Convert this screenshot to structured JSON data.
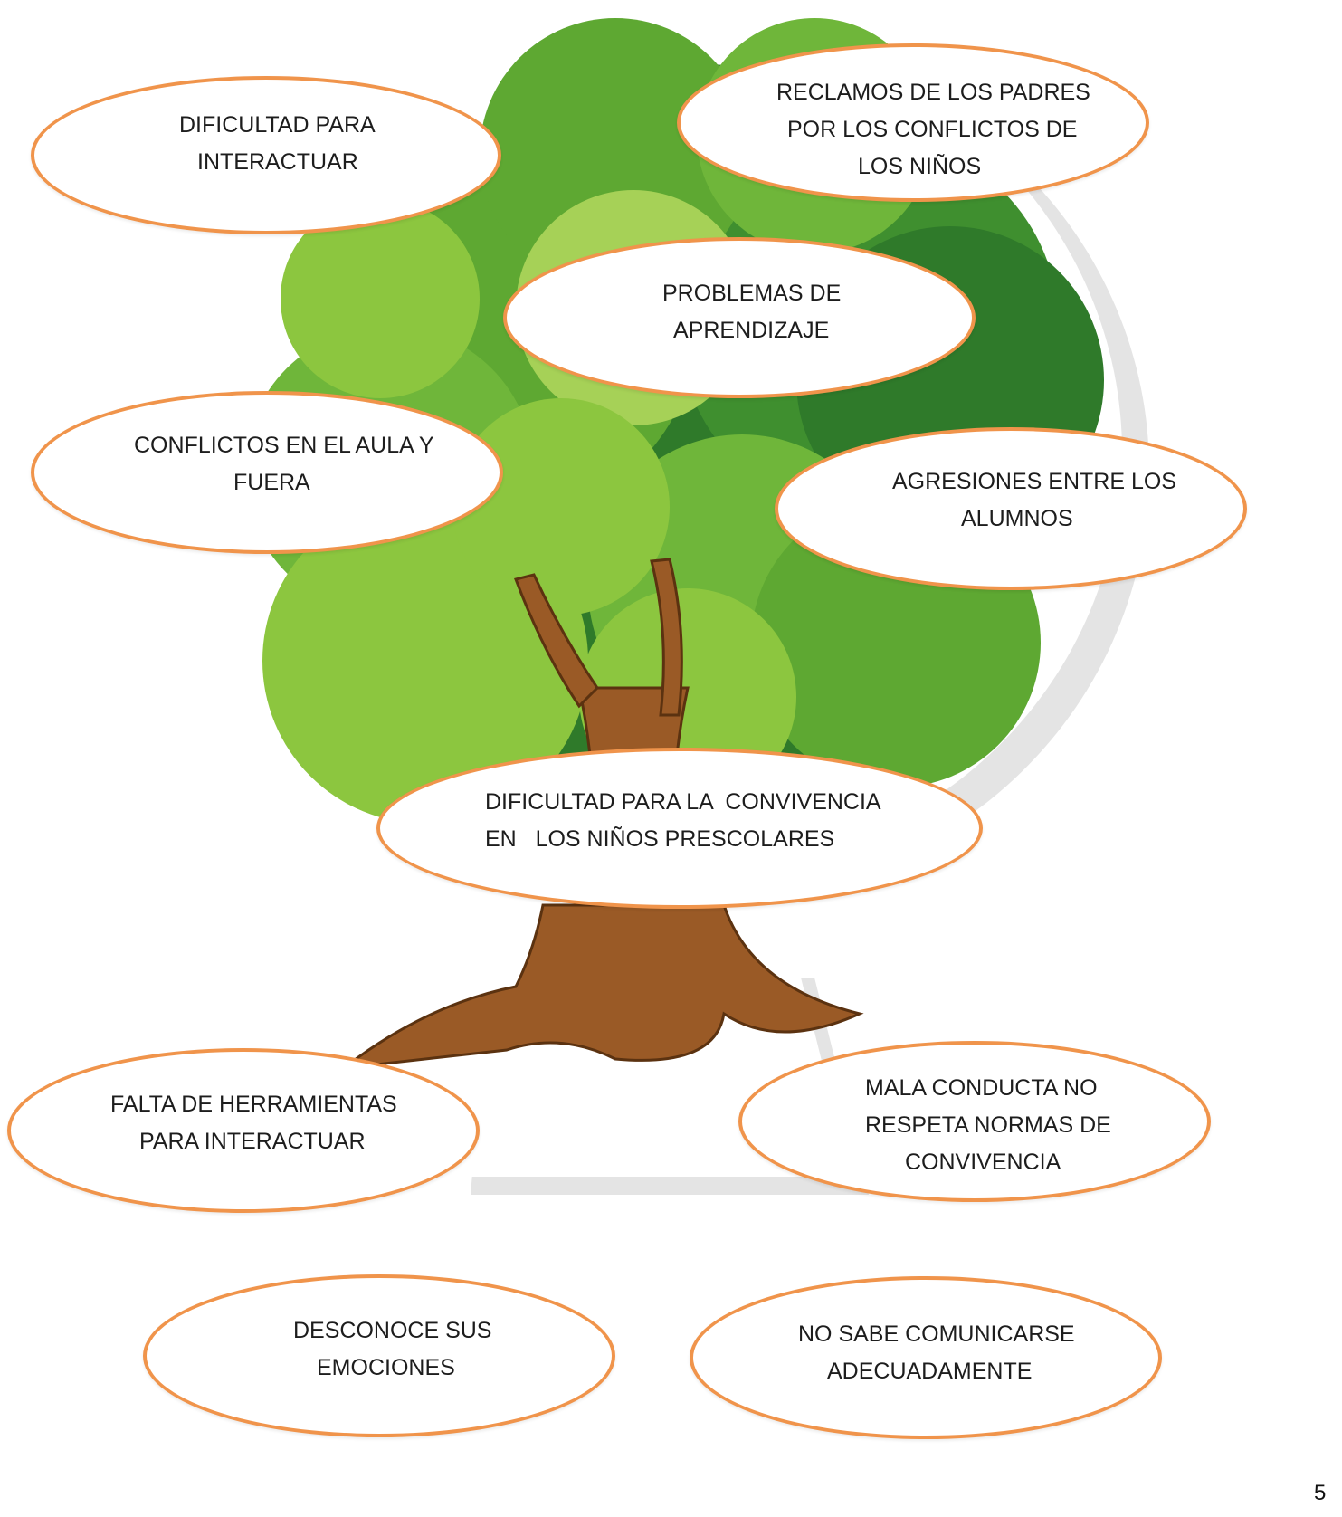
{
  "problem_tree": {
    "effects": {
      "dificultad_interactuar": [
        "DIFICULTAD PARA",
        "INTERACTUAR"
      ],
      "reclamos_padres": [
        "RECLAMOS DE LOS PADRES",
        "POR LOS CONFLICTOS DE",
        "LOS NIÑOS"
      ],
      "problemas_aprendizaje": [
        "PROBLEMAS DE",
        "APRENDIZAJE"
      ],
      "conflictos_aula": [
        "CONFLICTOS EN EL AULA Y",
        "FUERA"
      ],
      "agresiones": [
        "AGRESIONES ENTRE LOS",
        "ALUMNOS"
      ]
    },
    "central_problem": [
      "DIFICULTAD PARA LA  CONVIVENCIA",
      "EN   LOS NIÑOS PRESCOLARES"
    ],
    "causes": {
      "falta_herramientas": [
        "FALTA DE HERRAMIENTAS",
        "PARA INTERACTUAR"
      ],
      "mala_conducta": [
        "MALA CONDUCTA NO",
        "RESPETA NORMAS DE",
        "CONVIVENCIA"
      ],
      "desconoce_emociones": [
        "DESCONOCE SUS",
        "EMOCIONES"
      ],
      "no_sabe_comunicarse": [
        "NO SABE COMUNICARSE",
        "ADECUADAMENTE"
      ]
    }
  },
  "page_number": "5",
  "colors": {
    "bubble_border": "#f0944b",
    "foliage_light": "#8cc63f",
    "foliage_mid": "#5ea832",
    "foliage_dark": "#2f7a2a",
    "trunk": "#9a5a26"
  }
}
